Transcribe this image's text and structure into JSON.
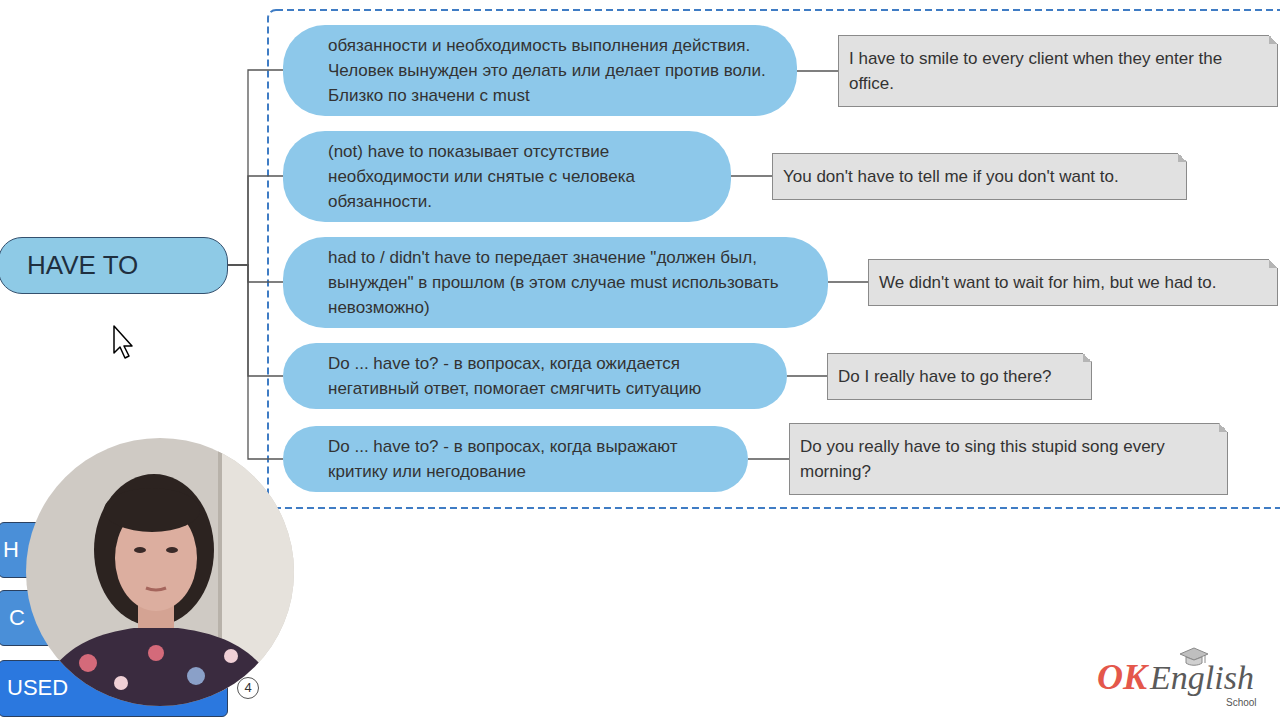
{
  "diagram": {
    "nodes": [
      {
        "text": [
          "HAVE TO"
        ]
      },
      {
        "text": [
          "обязанности и необходимость выполнения действия. Человек вынужден это делать или делает против воли. Близко по значени с must"
        ]
      },
      {
        "text": [
          "I have to smile to every client when they enter the office."
        ]
      },
      {
        "text": [
          "(not) have to показывает отсутствие необходимости или снятые с человека обязанности."
        ]
      },
      {
        "text": [
          "You don't have to tell me if you don't want to."
        ]
      },
      {
        "text": [
          "had to / didn't have to передает значение \"должен был, вынужден\" в прошлом (в этом случае must использовать невозможно)"
        ]
      },
      {
        "text": [
          "We didn't want to wait for him, but we had to."
        ]
      },
      {
        "text": [
          "Do ... have to? - в вопросах, когда ожидается негативный ответ, помогает смягчить ситуацию"
        ]
      },
      {
        "text": [
          "Do I really have to go there?"
        ]
      },
      {
        "text": [
          "Do ... have to? - в вопросах, когда выражают критику или негодование"
        ]
      },
      {
        "text": [
          "Do you really have to sing this stupid song every morning?"
        ]
      },
      {
        "text": [
          "H"
        ]
      },
      {
        "text": [
          "C"
        ]
      },
      {
        "text": [
          "USED"
        ]
      },
      {
        "text": [
          "4"
        ]
      }
    ],
    "edges": [
      {
        "from": 0,
        "to": 1,
        "arrow": "none"
      },
      {
        "from": 0,
        "to": 3,
        "arrow": "none"
      },
      {
        "from": 0,
        "to": 5,
        "arrow": "none"
      },
      {
        "from": 0,
        "to": 7,
        "arrow": "none"
      },
      {
        "from": 0,
        "to": 9,
        "arrow": "none"
      },
      {
        "from": 1,
        "to": 2,
        "arrow": "none"
      },
      {
        "from": 3,
        "to": 4,
        "arrow": "none"
      },
      {
        "from": 5,
        "to": 6,
        "arrow": "none"
      },
      {
        "from": 7,
        "to": 8,
        "arrow": "none"
      },
      {
        "from": 9,
        "to": 10,
        "arrow": "none"
      }
    ],
    "labels": [
      "OK",
      "English",
      "School"
    ]
  }
}
